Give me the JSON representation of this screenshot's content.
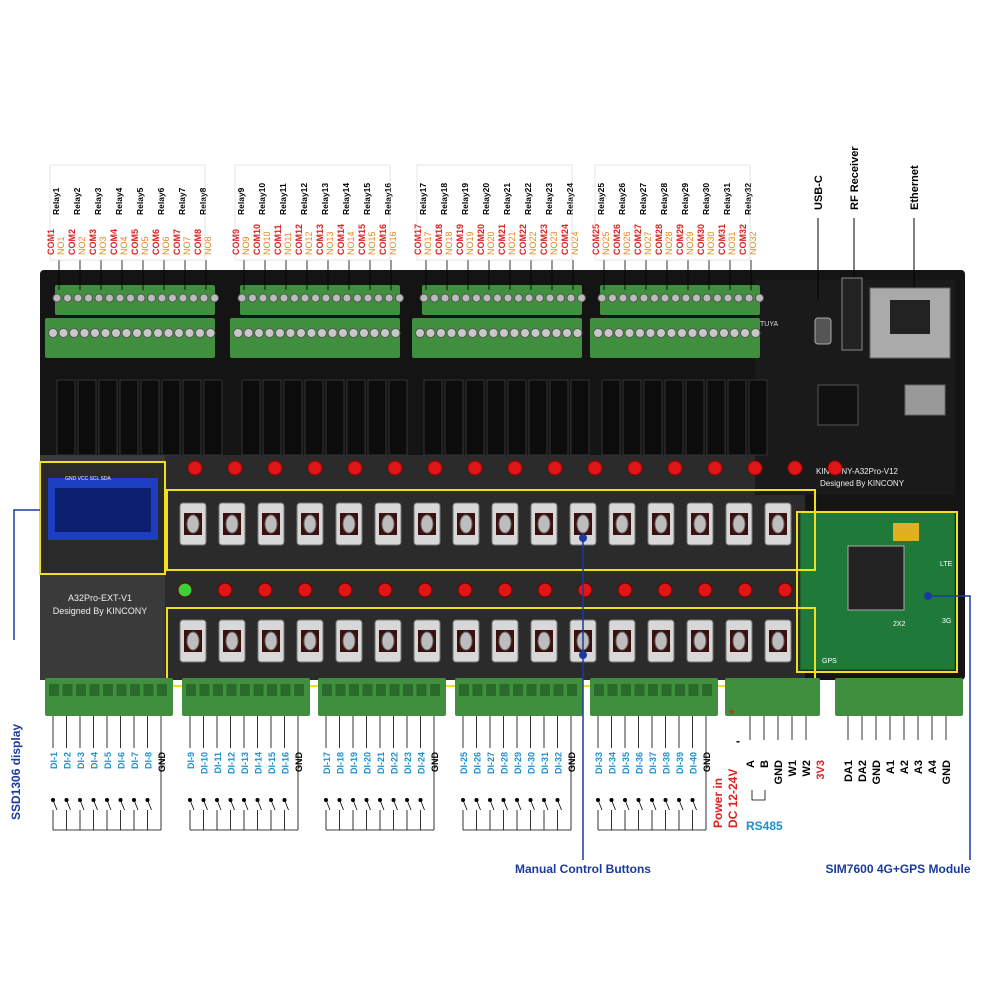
{
  "colors": {
    "board": "#141414",
    "terminal": "#3f8f3f",
    "terminal_dark": "#2a6a2a",
    "relay_body": "#0c0c0c",
    "led_red": "#e01515",
    "highlight": "#f0e020",
    "callout": "#1a3aa0",
    "di_blue": "#1e8fd0",
    "com_red": "#e02020",
    "no_orange": "#e08a1a",
    "power_red": "#e02020",
    "module_green": "#1f7a3a"
  },
  "relay_blocks": [
    {
      "relays": [
        "Relay1",
        "Relay2",
        "Relay3",
        "Relay4",
        "Relay5",
        "Relay6",
        "Relay7",
        "Relay8"
      ],
      "pins": [
        [
          "COM1",
          "NO1"
        ],
        [
          "COM2",
          "NO2"
        ],
        [
          "COM3",
          "NO3"
        ],
        [
          "COM4",
          "NO4"
        ],
        [
          "COM5",
          "NO5"
        ],
        [
          "COM6",
          "NO6"
        ],
        [
          "COM7",
          "NO7"
        ],
        [
          "COM8",
          "NO8"
        ]
      ]
    },
    {
      "relays": [
        "Relay9",
        "Relay10",
        "Relay11",
        "Relay12",
        "Relay13",
        "Relay14",
        "Relay15",
        "Relay16"
      ],
      "pins": [
        [
          "COM9",
          "NO9"
        ],
        [
          "COM10",
          "NO10"
        ],
        [
          "COM11",
          "NO11"
        ],
        [
          "COM12",
          "NO12"
        ],
        [
          "COM13",
          "NO13"
        ],
        [
          "COM14",
          "NO14"
        ],
        [
          "COM15",
          "NO15"
        ],
        [
          "COM16",
          "NO16"
        ]
      ]
    },
    {
      "relays": [
        "Relay17",
        "Relay18",
        "Relay19",
        "Relay20",
        "Relay21",
        "Relay22",
        "Relay23",
        "Relay24"
      ],
      "pins": [
        [
          "COM17",
          "NO17"
        ],
        [
          "COM18",
          "NO18"
        ],
        [
          "COM19",
          "NO19"
        ],
        [
          "COM20",
          "NO20"
        ],
        [
          "COM21",
          "NO21"
        ],
        [
          "COM22",
          "NO22"
        ],
        [
          "COM23",
          "NO23"
        ],
        [
          "COM24",
          "NO24"
        ]
      ]
    },
    {
      "relays": [
        "Relay25",
        "Relay26",
        "Relay27",
        "Relay28",
        "Relay29",
        "Relay30",
        "Relay31",
        "Relay32"
      ],
      "pins": [
        [
          "COM25",
          "NO25"
        ],
        [
          "COM26",
          "NO26"
        ],
        [
          "COM27",
          "NO27"
        ],
        [
          "COM28",
          "NO28"
        ],
        [
          "COM29",
          "NO29"
        ],
        [
          "COM30",
          "NO30"
        ],
        [
          "COM31",
          "NO31"
        ],
        [
          "COM32",
          "NO32"
        ]
      ]
    }
  ],
  "top_ports": [
    "USB-C",
    "RF Receiver",
    "Ethernet"
  ],
  "board_text": {
    "main_name": "KINCONY-A32Pro-V12",
    "main_designed": "Designed By KINCONY",
    "ext_name": "A32Pro-EXT-V1",
    "ext_designed": "Designed By KINCONY",
    "tuya": "TUYA",
    "oled_pins": "GND VCC SCL SDA"
  },
  "di_groups": [
    {
      "inputs": [
        "DI-1",
        "DI-2",
        "DI-3",
        "DI-4",
        "DI-5",
        "DI-6",
        "DI-7",
        "DI-8"
      ],
      "gnd": "GND"
    },
    {
      "inputs": [
        "DI-9",
        "DI-10",
        "DI-11",
        "DI-12",
        "DI-13",
        "DI-14",
        "DI-15",
        "DI-16"
      ],
      "gnd": "GND"
    },
    {
      "inputs": [
        "DI-17",
        "DI-18",
        "DI-19",
        "DI-20",
        "DI-21",
        "DI-22",
        "DI-23",
        "DI-24"
      ],
      "gnd": "GND"
    },
    {
      "inputs": [
        "DI-25",
        "DI-26",
        "DI-27",
        "DI-28",
        "DI-29",
        "DI-30",
        "DI-31",
        "DI-32"
      ],
      "gnd": "GND"
    },
    {
      "inputs": [
        "DI-33",
        "DI-34",
        "DI-35",
        "DI-36",
        "DI-37",
        "DI-38",
        "DI-39",
        "DI-40"
      ],
      "gnd": "GND"
    }
  ],
  "power": {
    "minus": "-",
    "plus": "+",
    "label1": "Power in",
    "label2": "DC 12-24V"
  },
  "comm_pins": [
    "A",
    "B",
    "GND",
    "W1",
    "W2"
  ],
  "v33": "3V3",
  "rs485": "RS485",
  "analog_pins": [
    "DA1",
    "DA2",
    "GND",
    "A1",
    "A2",
    "A3",
    "A4",
    "GND"
  ],
  "callouts": {
    "oled": "SSD1306 display",
    "buttons": "Manual Control Buttons",
    "module": "SIM7600 4G+GPS Module"
  },
  "module_text": {
    "lte": "LTE",
    "gps": "GPS",
    "g3": "3G",
    "sim": "2X2"
  }
}
